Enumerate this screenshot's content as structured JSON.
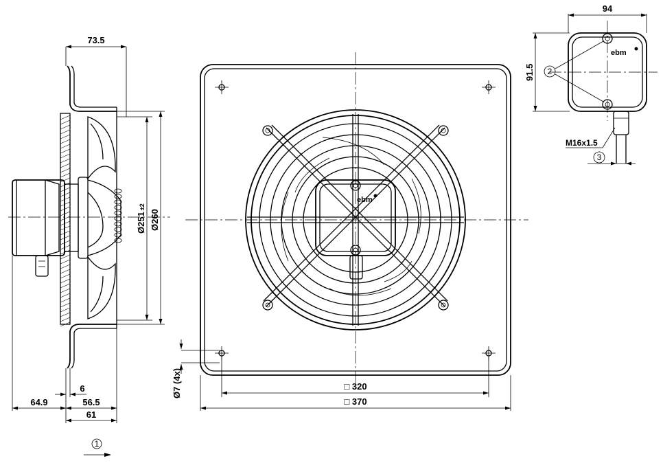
{
  "side_view": {
    "dim_depth": "73.5",
    "dim_dia_inner": "Ø251",
    "dim_dia_inner_tol": "±2",
    "dim_dia_outer": "Ø260",
    "dim_flange": "6",
    "dim_box": "64.9",
    "dim_565": "56.5",
    "dim_61": "61",
    "callout_1": "1"
  },
  "front_view": {
    "dim_hole": "Ø7 (4x)",
    "dim_320": "□ 320",
    "dim_370": "□ 370",
    "brand": "ebm"
  },
  "box_view": {
    "dim_94": "94",
    "dim_915": "91.5",
    "callout_2": "2",
    "callout_3": "3",
    "thread": "M16x1.5",
    "brand": "ebm"
  }
}
